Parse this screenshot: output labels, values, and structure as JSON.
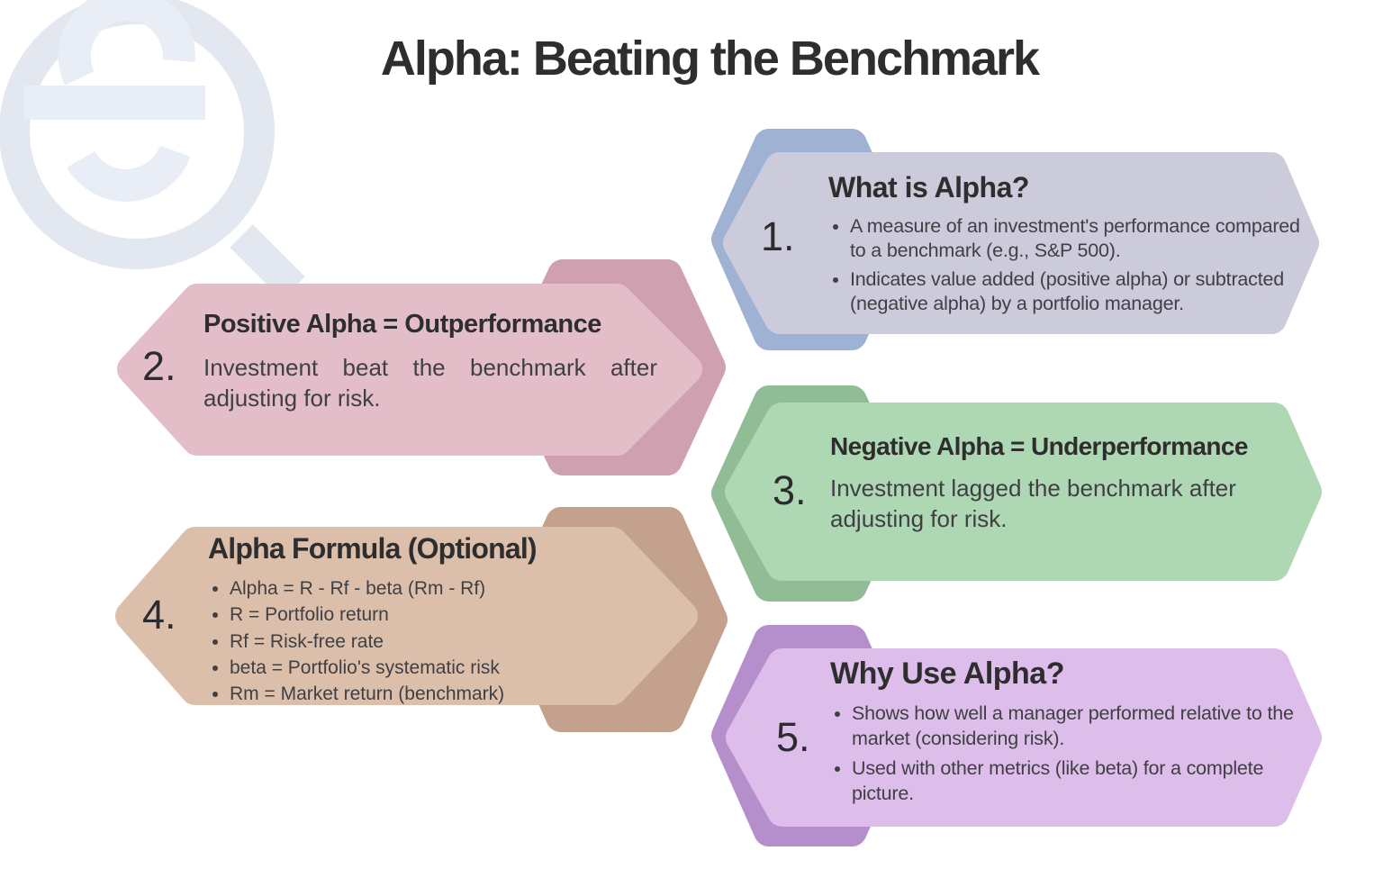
{
  "page": {
    "title": "Alpha: Beating the Benchmark",
    "background": "#ffffff",
    "watermark_icon": "sq-magnifier-logo"
  },
  "palette": {
    "title_text": "#2e2e2e",
    "body_text": "#3f3f44",
    "number_text": "#2c2c30",
    "logo_ring": "#e3e7ef",
    "logo_s": "#e9eef6"
  },
  "cards": [
    {
      "number": "1.",
      "title": "What is Alpha?",
      "bullets": [
        "A measure of an investment's performance compared to a benchmark (e.g., S&P 500).",
        "Indicates value added (positive alpha) or subtracted (negative alpha) by a portfolio manager."
      ],
      "colors": {
        "outer": "#9fb2d3",
        "inner": "#cccbdb"
      }
    },
    {
      "number": "2.",
      "title": "Positive Alpha = Outperformance",
      "body": "Investment beat the benchmark after adjusting for risk.",
      "colors": {
        "outer": "#cfa1b0",
        "inner": "#e3bec9"
      }
    },
    {
      "number": "3.",
      "title": "Negative Alpha = Underperformance",
      "body": "Investment lagged the benchmark after adjusting for risk.",
      "colors": {
        "outer": "#90bd95",
        "inner": "#aed7b3"
      }
    },
    {
      "number": "4.",
      "title": "Alpha Formula (Optional)",
      "bullets": [
        "Alpha = R - Rf - beta (Rm - Rf)",
        "R = Portfolio return",
        "Rf = Risk-free rate",
        "beta = Portfolio's systematic risk",
        "Rm = Market return (benchmark)"
      ],
      "colors": {
        "outer": "#c3a18c",
        "inner": "#dcbfaa"
      }
    },
    {
      "number": "5.",
      "title": "Why Use Alpha?",
      "bullets": [
        "Shows how well a manager performed relative to the market (considering risk).",
        "Used with other metrics (like beta) for a complete picture."
      ],
      "colors": {
        "outer": "#b58fcc",
        "inner": "#ddbde9"
      }
    }
  ]
}
